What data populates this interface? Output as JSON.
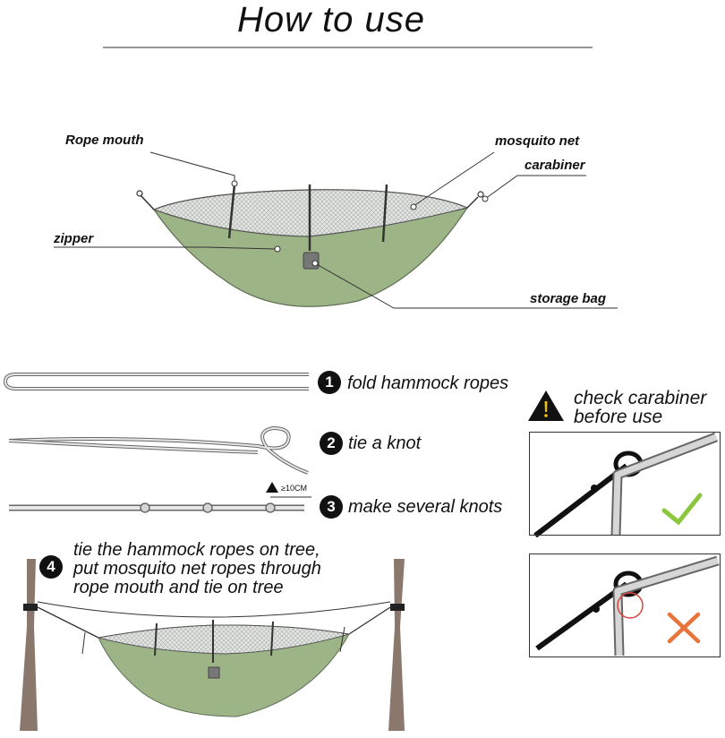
{
  "title": "How to use",
  "parts": {
    "rope_mouth": "Rope mouth",
    "mosquito_net": "mosquito net",
    "carabiner": "carabiner",
    "zipper": "zipper",
    "storage_bag": "storage bag"
  },
  "steps": [
    {
      "num": "1",
      "text": "fold hammock ropes"
    },
    {
      "num": "2",
      "text": "tie a knot"
    },
    {
      "num": "3",
      "text": "make several knots"
    },
    {
      "num": "4",
      "line1": "tie the hammock ropes on tree,",
      "line2": "put mosquito net ropes through",
      "line3": "rope mouth and tie on tree"
    }
  ],
  "knot_spacing": "≥10CM",
  "warning": {
    "line1": "check carabiner",
    "line2": "before use"
  },
  "colors": {
    "hammock": "#9db487",
    "net": "#cfd3cf",
    "rope": "#8d8d8d",
    "tree": "#8a786c",
    "check": "#8cc63f",
    "cross": "#e8743b"
  },
  "icons": {
    "warning": "warning-triangle-icon",
    "correct": "check-mark-icon",
    "wrong": "cross-mark-icon"
  }
}
